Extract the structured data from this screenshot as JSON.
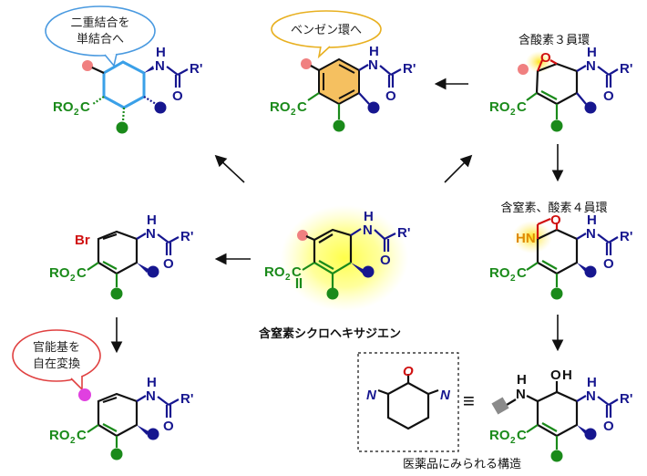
{
  "bubbles": {
    "single_bond": [
      "二重結合を",
      "単結合へ"
    ],
    "benzene": "ベンゼン環へ",
    "functional": [
      "官能基を",
      "自在変換"
    ]
  },
  "labels": {
    "epoxide": "含酸素３員環",
    "oxazetidine": "含窒素、酸素４員環",
    "center": "含窒素シクロヘキサジエン",
    "drug": "医薬品にみられる構造"
  },
  "chem": {
    "nh_h": "H",
    "nh_n": "N",
    "r_prime": "R'",
    "o": "O",
    "ro2c": "RO",
    "sub2": "2",
    "c": "C",
    "br": "Br",
    "hn": "HN",
    "oh": "OH",
    "n_italic": "N",
    "o_italic": "O",
    "equiv": "≡"
  },
  "colors": {
    "green": "#1a8a1a",
    "navy": "#16168f",
    "red": "#d01010",
    "pink": "#f08080",
    "magenta": "#e040e0",
    "blue_ring": "#3aa0e8",
    "bubble_blue": "#4a9ae0",
    "bubble_yellow": "#e8b020",
    "bubble_red": "#e04040",
    "gray_block": "#8a8a8a",
    "glow": "#ffff66"
  }
}
